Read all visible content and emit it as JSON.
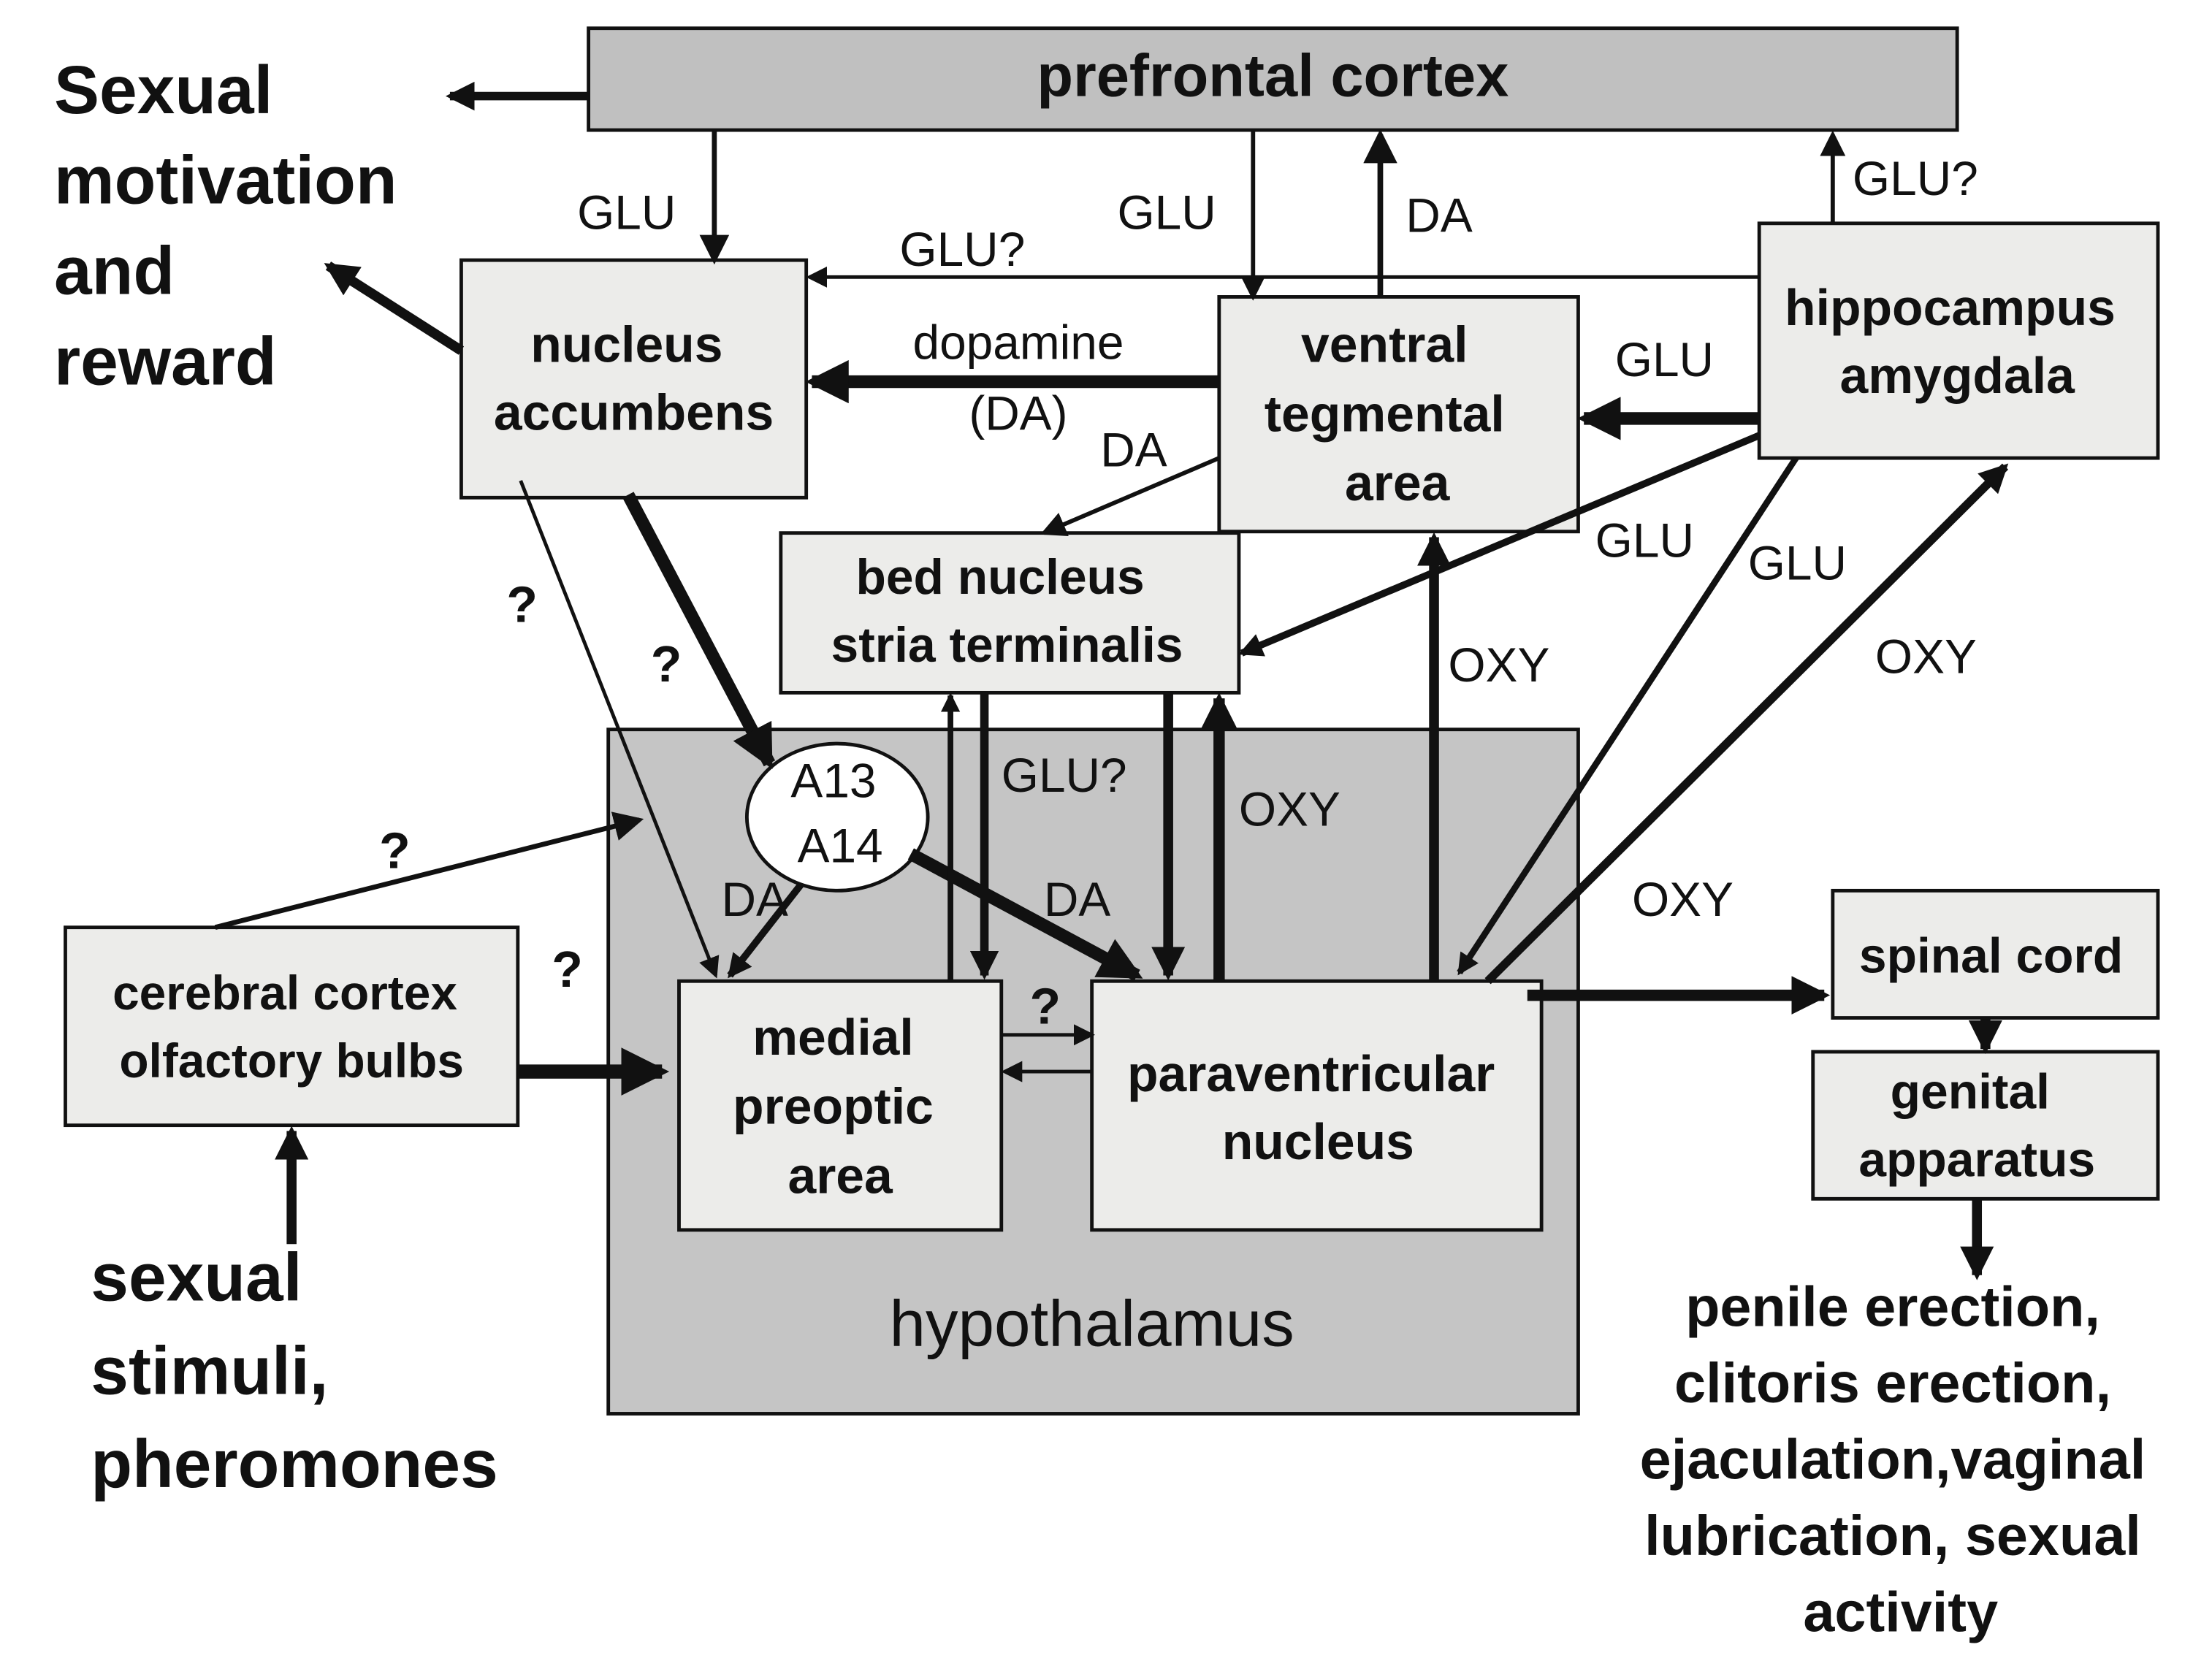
{
  "colors": {
    "background": "#ffffff",
    "box_fill": "#ececea",
    "region_fill": "#c5c5c5",
    "prefrontal_fill": "#c0c0c0",
    "ellipse_fill": "#ffffff",
    "stroke": "#111111"
  },
  "nodes": {
    "prefrontal_cortex": "prefrontal cortex",
    "nucleus_accumbens": [
      "nucleus",
      "accumbens"
    ],
    "ventral_tegmental_area": [
      "ventral",
      "tegmental",
      "area"
    ],
    "hippocampus_amygdala": [
      "hippocampus",
      "amygdala"
    ],
    "bed_nucleus": [
      "bed nucleus",
      "stria terminalis"
    ],
    "a13_a14": [
      "A13",
      "A14"
    ],
    "cerebral_cortex": [
      "cerebral cortex",
      "olfactory bulbs"
    ],
    "medial_preoptic_area": [
      "medial",
      "preoptic",
      "area"
    ],
    "paraventricular_nucleus": [
      "paraventricular",
      "nucleus"
    ],
    "hypothalamus": "hypothalamus",
    "spinal_cord": "spinal cord",
    "genital_apparatus": [
      "genital",
      "apparatus"
    ]
  },
  "outputs": {
    "sexual_motivation": [
      "Sexual",
      "motivation",
      "and",
      "reward"
    ],
    "sexual_stimuli": [
      "sexual",
      "stimuli,",
      "pheromones"
    ],
    "responses": [
      "penile erection,",
      "clitoris erection,",
      "ejaculation,vaginal",
      "lubrication, sexual",
      "activity"
    ]
  },
  "edge_labels": {
    "pfc_nacc": "GLU",
    "pfc_vta": "GLU",
    "vta_pfc": "DA",
    "hip_pfc": "GLU?",
    "hip_nacc": "GLU?",
    "vta_nacc": [
      "dopamine",
      "(DA)"
    ],
    "vta_bnst": "DA",
    "hip_vta": "GLU",
    "hip_bnst": "GLU",
    "hip_pvn": "GLU",
    "pvn_hip": "OXY",
    "pvn_vta": "OXY",
    "pvn_bnst": "OXY",
    "bnst_pvn": "GLU?",
    "pvn_spinal": "OXY",
    "nacc_mpoa": "?",
    "nacc_a13": "?",
    "ctx_a13": "?",
    "ctx_mpoa": "?",
    "mpoa_pvn": "?",
    "a13_mpoa": "DA",
    "a13_pvn": "DA"
  }
}
